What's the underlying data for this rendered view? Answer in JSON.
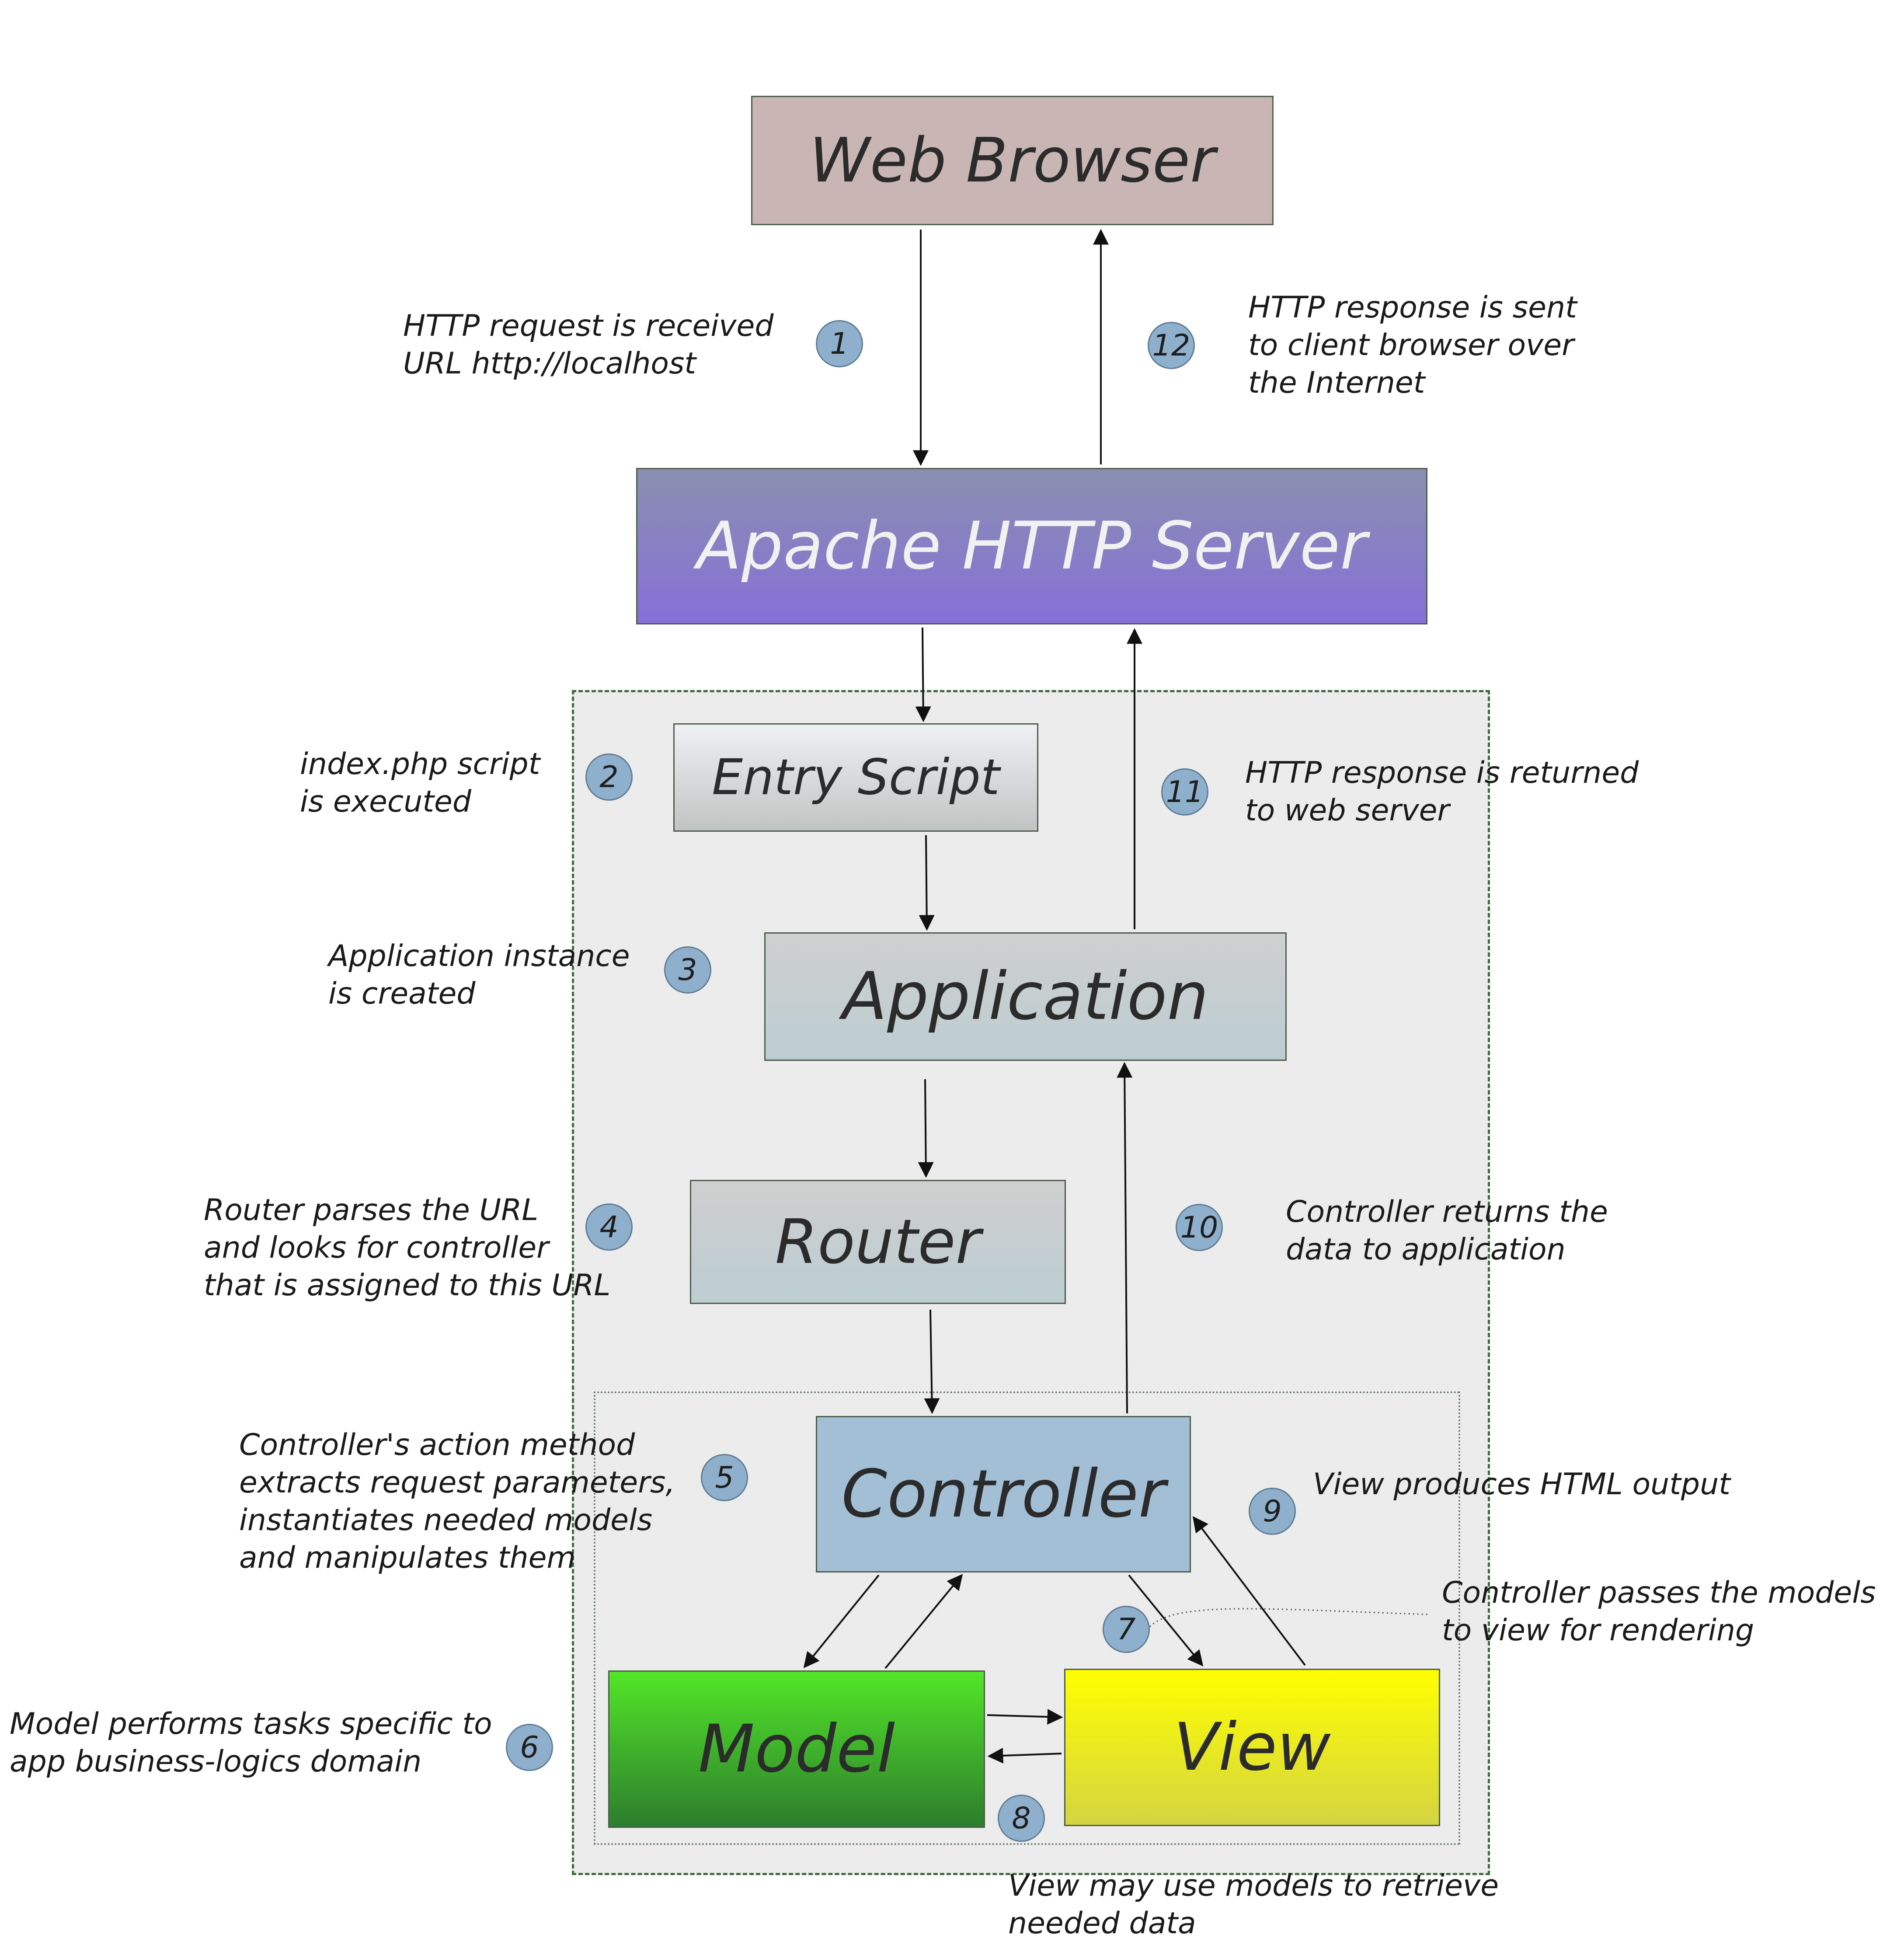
{
  "nodes": {
    "web_browser": "Web Browser",
    "apache": "Apache HTTP Server",
    "entry_script": "Entry Script",
    "application": "Application",
    "router": "Router",
    "controller": "Controller",
    "model": "Model",
    "view": "View"
  },
  "steps": [
    {
      "number": "1",
      "note": "HTTP request is received\nURL http://localhost"
    },
    {
      "number": "2",
      "note": "index.php script\nis executed"
    },
    {
      "number": "3",
      "note": "Application instance\nis created"
    },
    {
      "number": "4",
      "note": "Router parses the URL\nand looks for controller\nthat is assigned to this URL"
    },
    {
      "number": "5",
      "note": "Controller's action method\nextracts request parameters,\ninstantiates needed models\nand manipulates them"
    },
    {
      "number": "6",
      "note": "Model performs tasks specific to\napp business-logics domain"
    },
    {
      "number": "7",
      "note": "Controller passes the models\nto view for rendering"
    },
    {
      "number": "8",
      "note": "View may use models to retrieve\nneeded data"
    },
    {
      "number": "9",
      "note": "View produces HTML output"
    },
    {
      "number": "10",
      "note": "Controller returns the\ndata to application"
    },
    {
      "number": "11",
      "note": "HTTP response is returned\nto web server"
    },
    {
      "number": "12",
      "note": "HTTP response is sent\nto client browser over\nthe Internet"
    }
  ]
}
